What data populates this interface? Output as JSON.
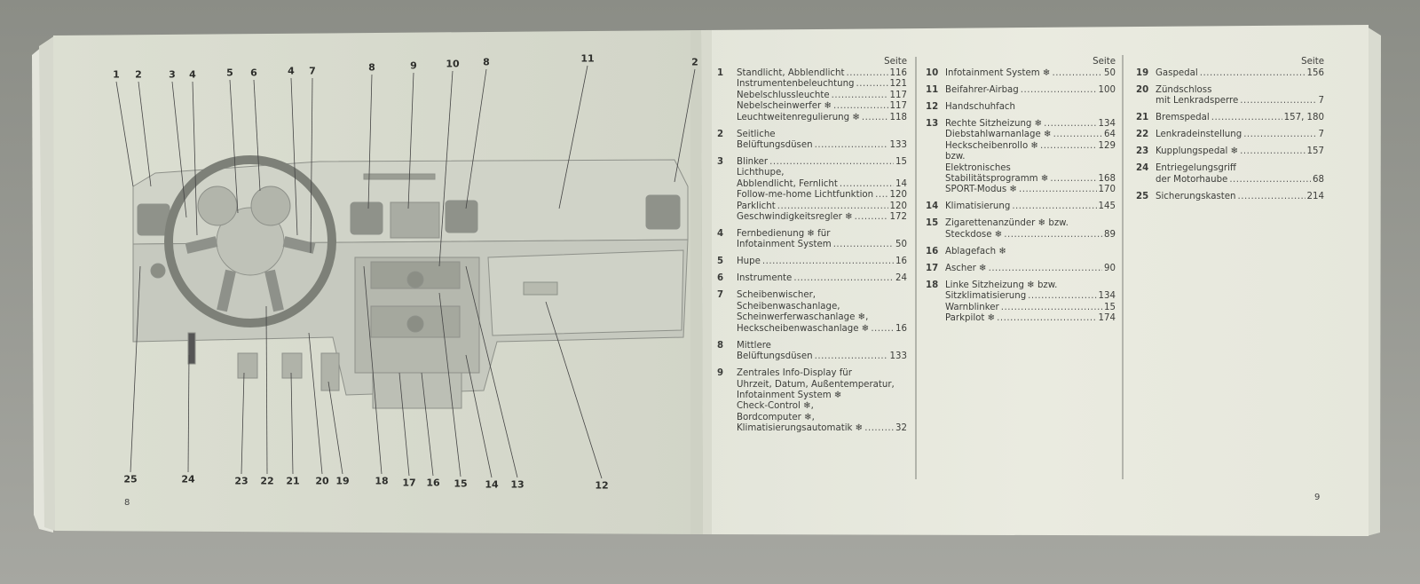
{
  "left_page": {
    "page_number": "8",
    "callouts_top": [
      "1",
      "2",
      "3",
      "4",
      "5",
      "6",
      "4",
      "7",
      "8",
      "9",
      "10",
      "8",
      "11",
      "2"
    ],
    "callouts_bottom": [
      "25",
      "24",
      "23",
      "22",
      "21",
      "20",
      "19",
      "18",
      "17",
      "16",
      "15",
      "14",
      "13",
      "12"
    ]
  },
  "right_page": {
    "page_number": "9",
    "seite_label": "Seite",
    "snowflake_icon": "❄",
    "columns": [
      [
        {
          "n": "1",
          "lines": [
            {
              "t": "Standlicht, Abblendlicht",
              "p": "116"
            },
            {
              "t": "Instrumentenbeleuchtung",
              "p": "121"
            },
            {
              "t": "Nebelschlussleuchte",
              "p": "117"
            },
            {
              "t": "Nebelscheinwerfer ❄",
              "p": "117"
            },
            {
              "t": "Leuchtweitenregulierung ❄",
              "p": "118"
            }
          ]
        },
        {
          "n": "2",
          "lines": [
            {
              "t": "Seitliche"
            },
            {
              "t": "Belüftungsdüsen",
              "p": "133"
            }
          ]
        },
        {
          "n": "3",
          "lines": [
            {
              "t": "Blinker",
              "p": "15"
            },
            {
              "t": "Lichthupe,"
            },
            {
              "t": "Abblendlicht, Fernlicht",
              "p": "14"
            },
            {
              "t": "Follow-me-home Lichtfunktion",
              "p": "120"
            },
            {
              "t": "Parklicht",
              "p": "120"
            },
            {
              "t": "Geschwindigkeitsregler ❄",
              "p": "172"
            }
          ]
        },
        {
          "n": "4",
          "lines": [
            {
              "t": "Fernbedienung ❄ für"
            },
            {
              "t": "Infotainment System",
              "p": "50"
            }
          ]
        },
        {
          "n": "5",
          "lines": [
            {
              "t": "Hupe",
              "p": "16"
            }
          ]
        },
        {
          "n": "6",
          "lines": [
            {
              "t": "Instrumente",
              "p": "24"
            }
          ]
        },
        {
          "n": "7",
          "lines": [
            {
              "t": "Scheibenwischer,"
            },
            {
              "t": "Scheibenwaschanlage,"
            },
            {
              "t": "Scheinwerferwaschanlage ❄,"
            },
            {
              "t": "Heckscheibenwaschanlage ❄",
              "p": "16"
            }
          ]
        },
        {
          "n": "8",
          "lines": [
            {
              "t": "Mittlere"
            },
            {
              "t": "Belüftungsdüsen",
              "p": "133"
            }
          ]
        },
        {
          "n": "9",
          "lines": [
            {
              "t": "Zentrales Info-Display für"
            },
            {
              "t": "Uhrzeit, Datum, Außentemperatur,"
            },
            {
              "t": "Infotainment System ❄"
            },
            {
              "t": "Check-Control ❄,"
            },
            {
              "t": "Bordcomputer ❄,"
            },
            {
              "t": "Klimatisierungsautomatik ❄",
              "p": "32"
            }
          ]
        }
      ],
      [
        {
          "n": "10",
          "lines": [
            {
              "t": "Infotainment System ❄",
              "p": "50"
            }
          ]
        },
        {
          "n": "11",
          "lines": [
            {
              "t": "Beifahrer-Airbag",
              "p": "100"
            }
          ]
        },
        {
          "n": "12",
          "lines": [
            {
              "t": "Handschuhfach"
            }
          ]
        },
        {
          "n": "13",
          "lines": [
            {
              "t": "Rechte Sitzheizung ❄",
              "p": "134"
            },
            {
              "t": "Diebstahlwarnanlage ❄",
              "p": "64"
            },
            {
              "t": "Heckscheibenrollo ❄",
              "p": "129"
            },
            {
              "t": "bzw."
            },
            {
              "t": "Elektronisches"
            },
            {
              "t": "Stabilitätsprogramm ❄",
              "p": "168"
            },
            {
              "t": "SPORT-Modus ❄",
              "p": "170"
            }
          ]
        },
        {
          "n": "14",
          "lines": [
            {
              "t": "Klimatisierung",
              "p": "145"
            }
          ]
        },
        {
          "n": "15",
          "lines": [
            {
              "t": "Zigarettenanzünder ❄ bzw."
            },
            {
              "t": "Steckdose ❄",
              "p": "89"
            }
          ]
        },
        {
          "n": "16",
          "lines": [
            {
              "t": "Ablagefach ❄"
            }
          ]
        },
        {
          "n": "17",
          "lines": [
            {
              "t": "Ascher ❄",
              "p": "90"
            }
          ]
        },
        {
          "n": "18",
          "lines": [
            {
              "t": "Linke Sitzheizung ❄ bzw."
            },
            {
              "t": "Sitzklimatisierung",
              "p": "134"
            },
            {
              "t": "Warnblinker",
              "p": "15"
            },
            {
              "t": "Parkpilot ❄",
              "p": "174"
            }
          ]
        }
      ],
      [
        {
          "n": "19",
          "lines": [
            {
              "t": "Gaspedal",
              "p": "156"
            }
          ]
        },
        {
          "n": "20",
          "lines": [
            {
              "t": "Zündschloss"
            },
            {
              "t": "mit Lenkradsperre",
              "p": "7"
            }
          ]
        },
        {
          "n": "21",
          "lines": [
            {
              "t": "Bremspedal",
              "p": "157, 180"
            }
          ]
        },
        {
          "n": "22",
          "lines": [
            {
              "t": "Lenkradeinstellung",
              "p": "7"
            }
          ]
        },
        {
          "n": "23",
          "lines": [
            {
              "t": "Kupplungspedal ❄",
              "p": "157"
            }
          ]
        },
        {
          "n": "24",
          "lines": [
            {
              "t": "Entriegelungsgriff"
            },
            {
              "t": "der Motorhaube",
              "p": "68"
            }
          ]
        },
        {
          "n": "25",
          "lines": [
            {
              "t": "Sicherungskasten",
              "p": "214"
            }
          ]
        }
      ]
    ]
  }
}
